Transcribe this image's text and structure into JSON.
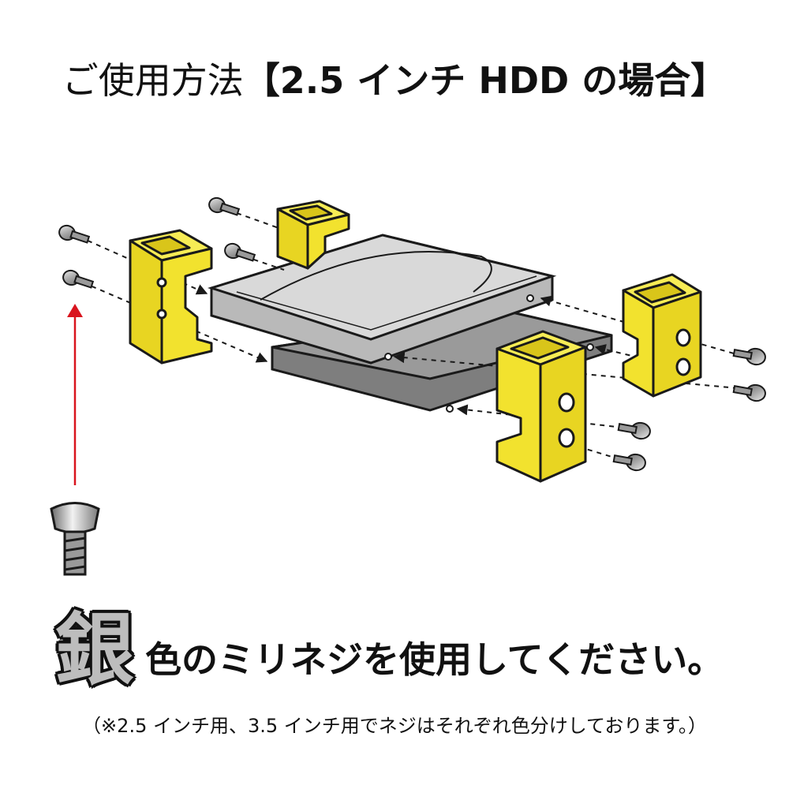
{
  "heading": {
    "plain": "ご使用方法",
    "bold": "【2.5 インチ HDD の場合】"
  },
  "notice": {
    "kanji": "銀",
    "text": "色のミリネジを使用してください。"
  },
  "footnote": "（※2.5 インチ用、3.5 インチ用でネジはそれぞれ色分けしております。）",
  "colors": {
    "bracket": "#f2e22e",
    "outline": "#1a1a1a",
    "hdd_top": "#cfcfcf",
    "hdd_bottom": "#8a8a8a",
    "arrow": "#d9141e",
    "screw": "#b8b8b8"
  },
  "icons": [
    "screw-icon",
    "bracket",
    "hard-drive"
  ]
}
